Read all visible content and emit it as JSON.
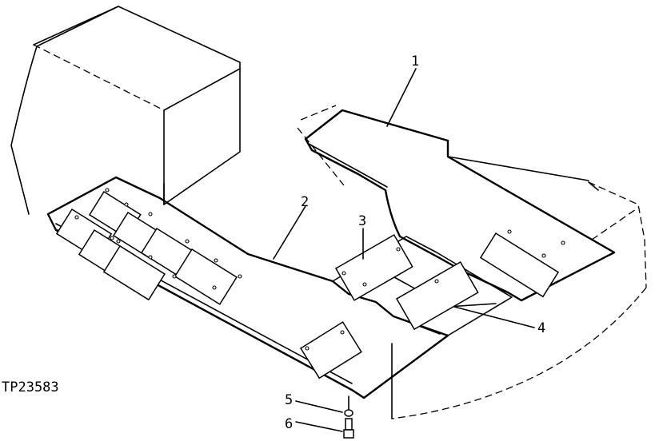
{
  "figure_id": "TP23583",
  "callouts": {
    "c1": "1",
    "c2": "2",
    "c3": "3",
    "c4": "4",
    "c5": "5",
    "c6": "6"
  }
}
